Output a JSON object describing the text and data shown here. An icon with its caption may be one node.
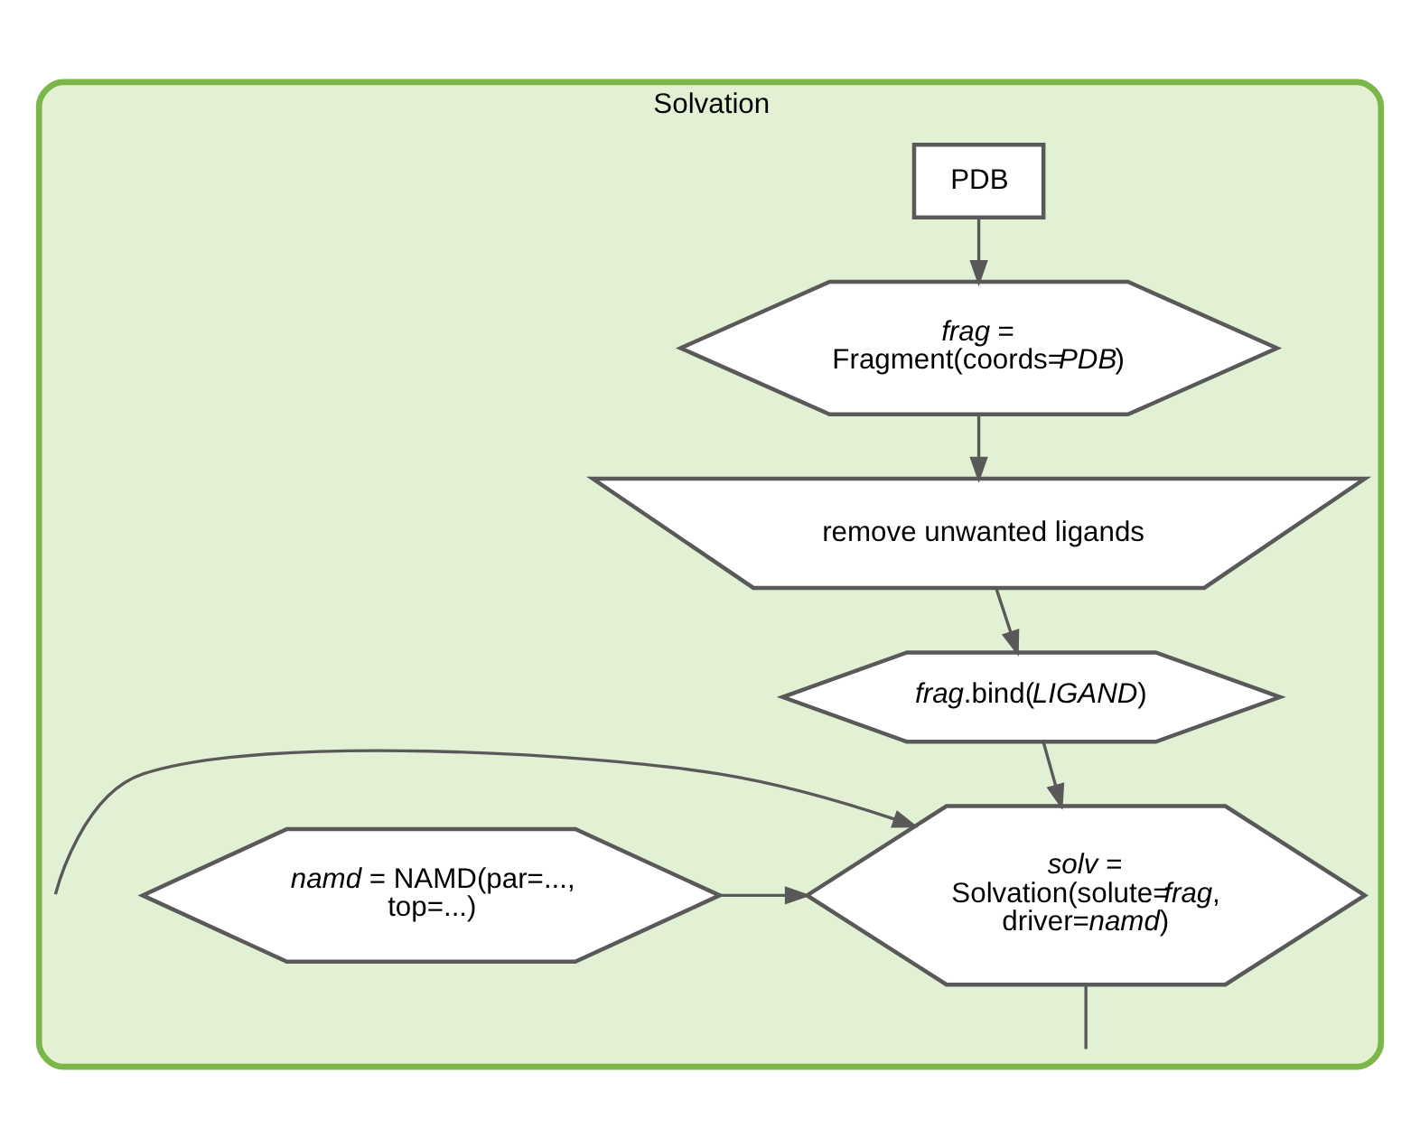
{
  "diagram": {
    "nodes": [
      {
        "text": [
          "Solvation"
        ]
      },
      {
        "text": [
          "PDB"
        ],
        "in": 0
      },
      {
        "text": [
          "*frag* = Fragment(coords=*PDB*)"
        ],
        "in": 0
      },
      {
        "text": [
          "remove unwanted ligands"
        ],
        "in": 0
      },
      {
        "text": [
          "*frag*.bind(*LIGAND*)"
        ],
        "in": 0
      },
      {
        "text": [
          "*namd* = NAMD(par=..., top=...)"
        ],
        "in": 0
      },
      {
        "text": [
          "*solv* = Solvation(solute=*frag*, driver=*namd*)"
        ],
        "in": 0
      }
    ],
    "edges": [
      {
        "from": 1,
        "to": 2,
        "arrow": "to"
      },
      {
        "from": 2,
        "to": 3,
        "arrow": "to"
      },
      {
        "from": 3,
        "to": 4,
        "arrow": "to"
      },
      {
        "from": 4,
        "to": 6,
        "arrow": "to"
      },
      {
        "from": 5,
        "to": 6,
        "arrow": "to"
      },
      {
        "from": null,
        "to": 6,
        "arrow": "to"
      },
      {
        "from": 6,
        "to": null,
        "arrow": "none"
      }
    ]
  }
}
